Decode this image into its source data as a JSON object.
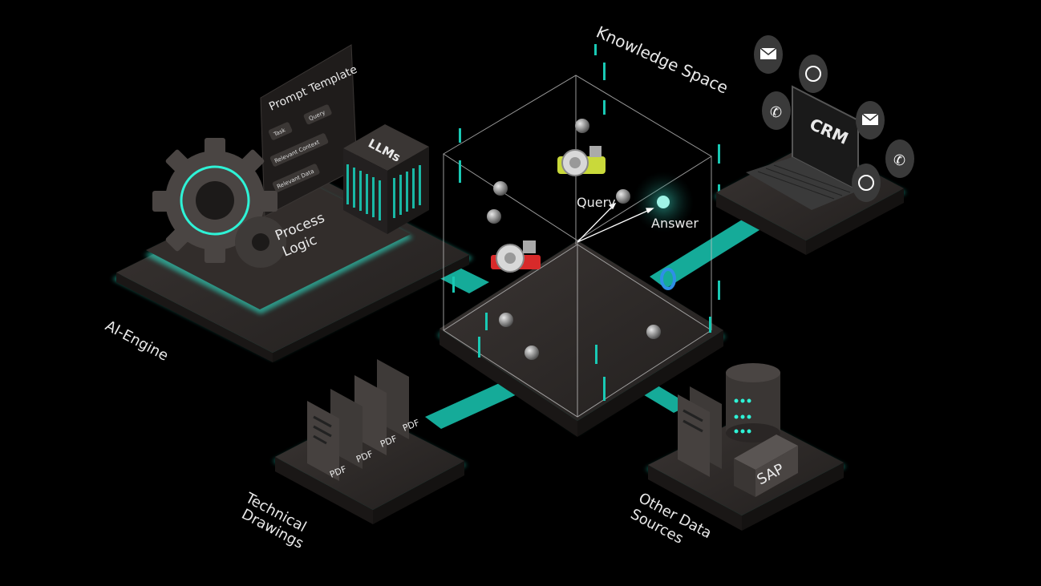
{
  "labels": {
    "knowledge_space": "Knowledge Space",
    "ai_engine": "AI-Engine",
    "process_logic_1": "Process",
    "process_logic_2": "Logic",
    "prompt_template": "Prompt Template",
    "llms": "LLMs",
    "crm": "CRM",
    "query": "Query",
    "answer": "Answer",
    "technical_1": "Technical",
    "technical_2": "Drawings",
    "other_1": "Other Data",
    "other_2": "Sources",
    "sap": "SAP"
  },
  "prompt_items": {
    "task": "Task",
    "query": "Query",
    "relevant_context": "Relevant Context",
    "relevant_data": "Relevant Data"
  },
  "pdf_label": "PDF",
  "colors": {
    "accent": "#19c9b4",
    "accent_glow": "#2ef2d6",
    "platform_top": "#2e2a28",
    "platform_side": "#1a1716"
  }
}
